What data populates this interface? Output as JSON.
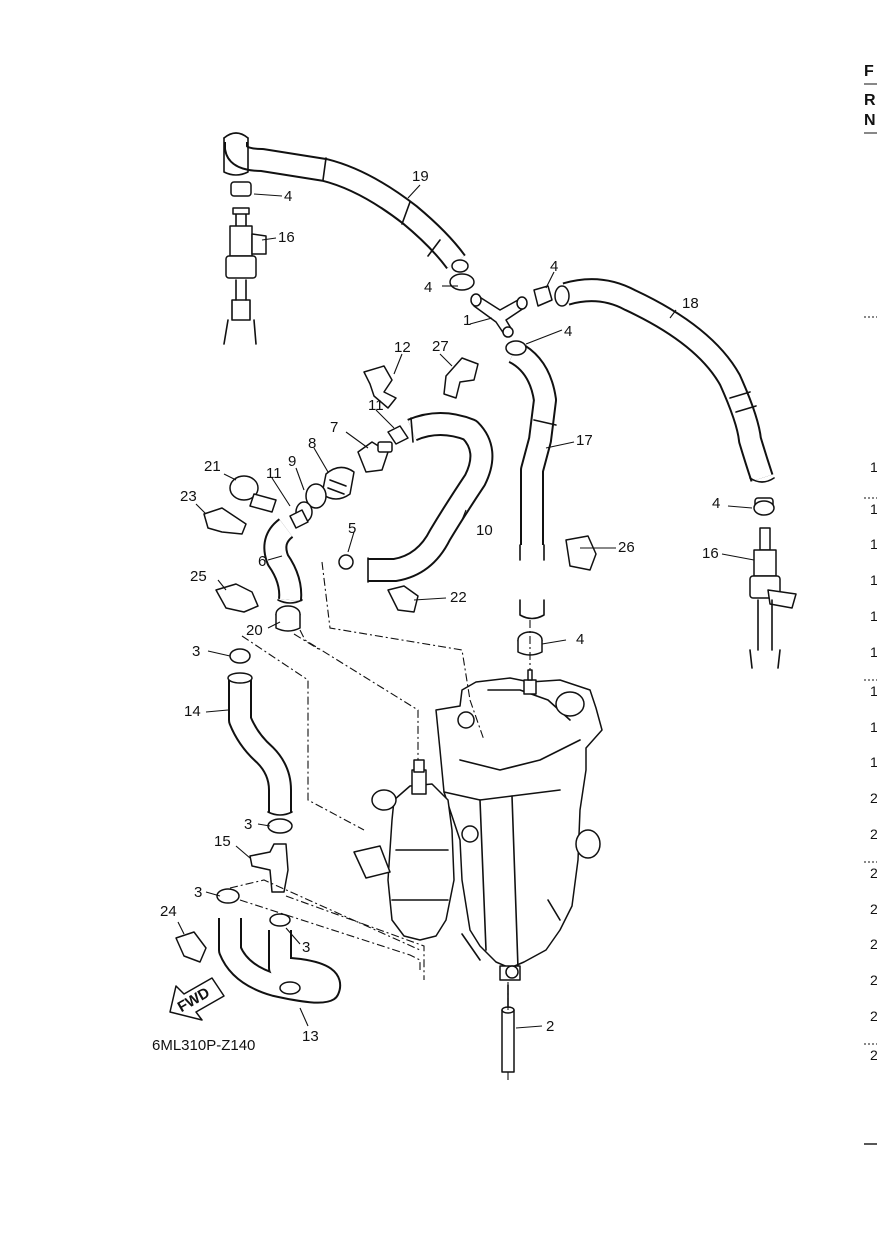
{
  "diagram_code": "6ML310P-Z140",
  "fwd_label": "FWD",
  "callouts": [
    {
      "id": "c1",
      "text": "1"
    },
    {
      "id": "c2",
      "text": "2"
    },
    {
      "id": "c3a",
      "text": "3"
    },
    {
      "id": "c3b",
      "text": "3"
    },
    {
      "id": "c3c",
      "text": "3"
    },
    {
      "id": "c3d",
      "text": "3"
    },
    {
      "id": "c4a",
      "text": "4"
    },
    {
      "id": "c4b",
      "text": "4"
    },
    {
      "id": "c4c",
      "text": "4"
    },
    {
      "id": "c4d",
      "text": "4"
    },
    {
      "id": "c4e",
      "text": "4"
    },
    {
      "id": "c4f",
      "text": "4"
    },
    {
      "id": "c5",
      "text": "5"
    },
    {
      "id": "c6",
      "text": "6"
    },
    {
      "id": "c7",
      "text": "7"
    },
    {
      "id": "c8",
      "text": "8"
    },
    {
      "id": "c9",
      "text": "9"
    },
    {
      "id": "c10",
      "text": "10"
    },
    {
      "id": "c11a",
      "text": "11"
    },
    {
      "id": "c11b",
      "text": "11"
    },
    {
      "id": "c12",
      "text": "12"
    },
    {
      "id": "c13",
      "text": "13"
    },
    {
      "id": "c14",
      "text": "14"
    },
    {
      "id": "c15",
      "text": "15"
    },
    {
      "id": "c16a",
      "text": "16"
    },
    {
      "id": "c16b",
      "text": "16"
    },
    {
      "id": "c17",
      "text": "17"
    },
    {
      "id": "c18",
      "text": "18"
    },
    {
      "id": "c19",
      "text": "19"
    },
    {
      "id": "c20",
      "text": "20"
    },
    {
      "id": "c21",
      "text": "21"
    },
    {
      "id": "c22",
      "text": "22"
    },
    {
      "id": "c23",
      "text": "23"
    },
    {
      "id": "c24",
      "text": "24"
    },
    {
      "id": "c25",
      "text": "25"
    },
    {
      "id": "c26",
      "text": "26"
    },
    {
      "id": "c27",
      "text": "27"
    }
  ],
  "right_edge": {
    "header": [
      "F",
      "R",
      "N"
    ],
    "rows": [
      "1",
      "1",
      "1",
      "1",
      "1",
      "1",
      "1",
      "1",
      "1",
      "2",
      "2",
      "2",
      "2",
      "2",
      "2",
      "2",
      "2"
    ]
  }
}
